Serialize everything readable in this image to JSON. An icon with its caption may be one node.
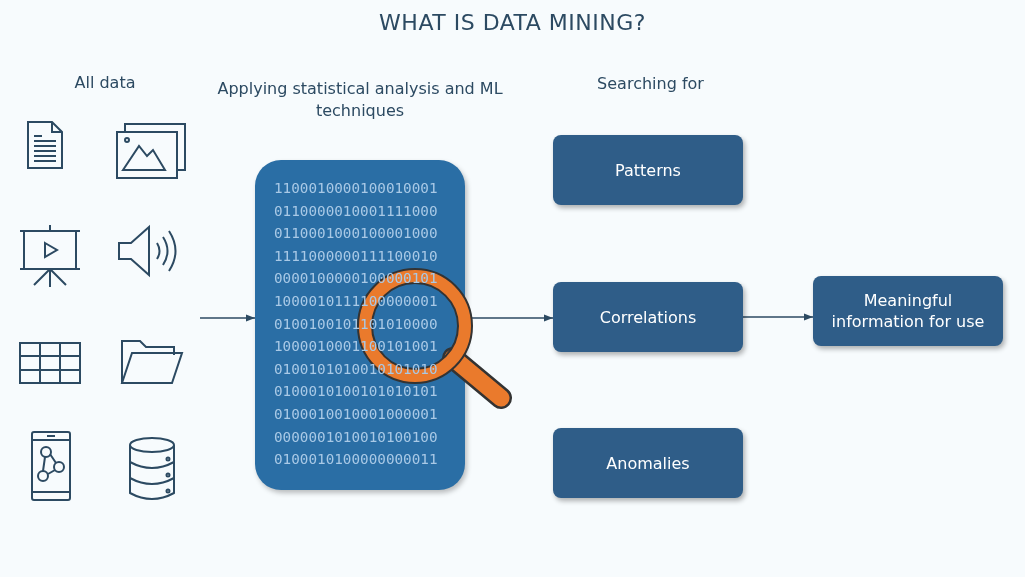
{
  "diagram": {
    "title": "WHAT IS DATA MINING?",
    "nodes": [
      {
        "text": [
          "All data"
        ]
      },
      {
        "text": [
          "Applying statistical analysis and ML techniques",
          "1100010000100010001 0110000010001111000 0110001000100001000 1111000000111100010 0000100000100000101 1000010111100000001 0100100101101010000 1000010001100101001 0100101010010101010 0100010100101010101 0100010010001000001 0000001010010100100 0100010100000000011"
        ]
      },
      {
        "text": [
          "Patterns"
        ]
      },
      {
        "text": [
          "Correlations"
        ]
      },
      {
        "text": [
          "Anomalies"
        ]
      },
      {
        "text": [
          "Meaningful information for use"
        ]
      }
    ],
    "edges": [
      {
        "from": 0,
        "to": 1,
        "arrow": "to"
      },
      {
        "from": 1,
        "to": 3,
        "arrow": "to"
      },
      {
        "from": 3,
        "to": 5,
        "arrow": "to"
      }
    ],
    "labels": [
      "Searching for"
    ]
  }
}
